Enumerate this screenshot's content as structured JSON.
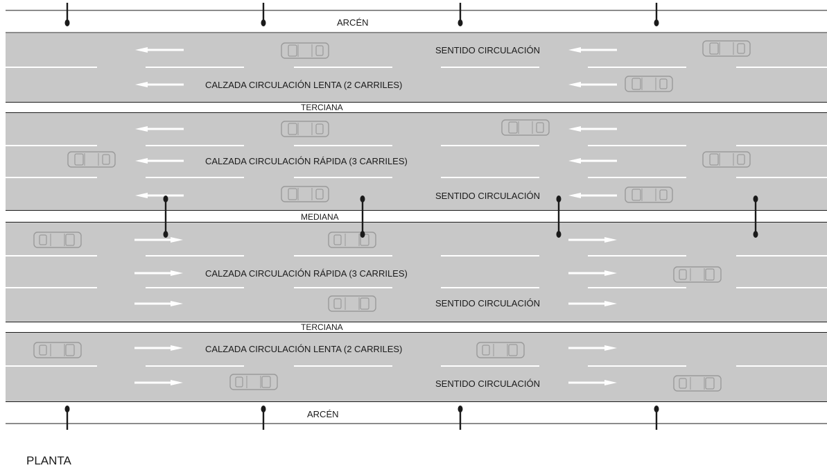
{
  "labels": {
    "arcen_top": "ARCÉN",
    "arcen_bottom": "ARCÉN",
    "terciana_top": "TERCIANA",
    "terciana_bottom": "TERCIANA",
    "mediana": "MEDIANA",
    "sentido_1": "SENTIDO CIRCULACIÓN",
    "sentido_2": "SENTIDO CIRCULACIÓN",
    "sentido_3": "SENTIDO CIRCULACIÓN",
    "sentido_4": "SENTIDO CIRCULACIÓN",
    "lenta_top": "CALZADA CIRCULACIÓN LENTA (2 CARRILES)",
    "rapida_top": "CALZADA CIRCULACIÓN RÁPIDA (3 CARRILES)",
    "rapida_bottom": "CALZADA CIRCULACIÓN RÁPIDA (3 CARRILES)",
    "lenta_bottom": "CALZADA CIRCULACIÓN LENTA (2 CARRILES)",
    "caption": "PLANTA"
  },
  "colors": {
    "asphalt": "#c8c8c8",
    "marking": "#ffffff",
    "line": "#1a1a1a",
    "car": "#9a9a9a"
  },
  "icons": {
    "arrow_west": "arrow-left-icon",
    "arrow_east": "arrow-right-icon",
    "car": "car-icon",
    "lamp_post": "lamp-post-icon"
  }
}
